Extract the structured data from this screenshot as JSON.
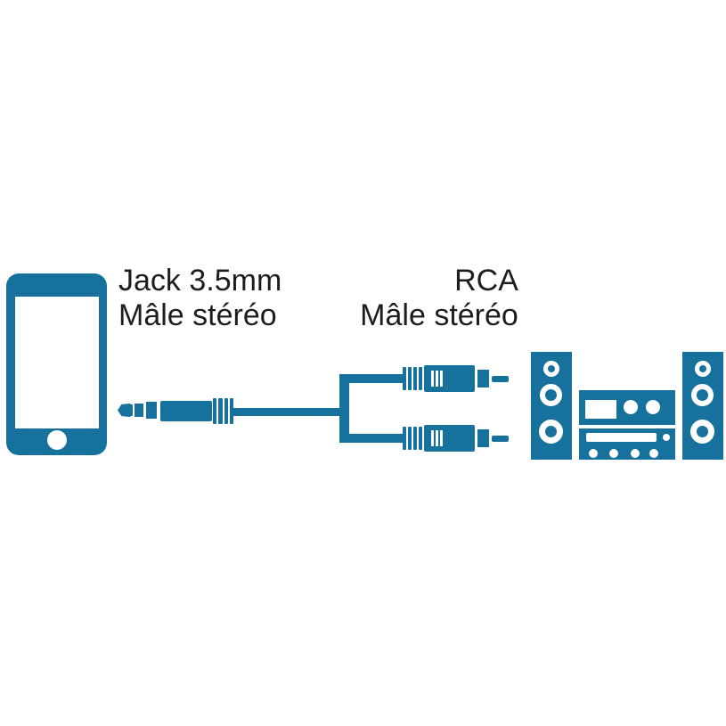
{
  "colors": {
    "accent": "#17719D",
    "background": "#ffffff",
    "text": "#1d1d1b"
  },
  "labels": {
    "jack_title": "Jack 3.5mm",
    "jack_subtitle": "Mâle stéréo",
    "rca_title": "RCA",
    "rca_subtitle": "Mâle stéréo"
  },
  "icons": {
    "smartphone": "smartphone-icon",
    "jack_plug": "jack-3-5mm-plug-icon",
    "cable": "y-split-cable",
    "rca_plug_top": "rca-plug-icon",
    "rca_plug_bottom": "rca-plug-icon",
    "stereo_system": "stereo-system-icon"
  }
}
